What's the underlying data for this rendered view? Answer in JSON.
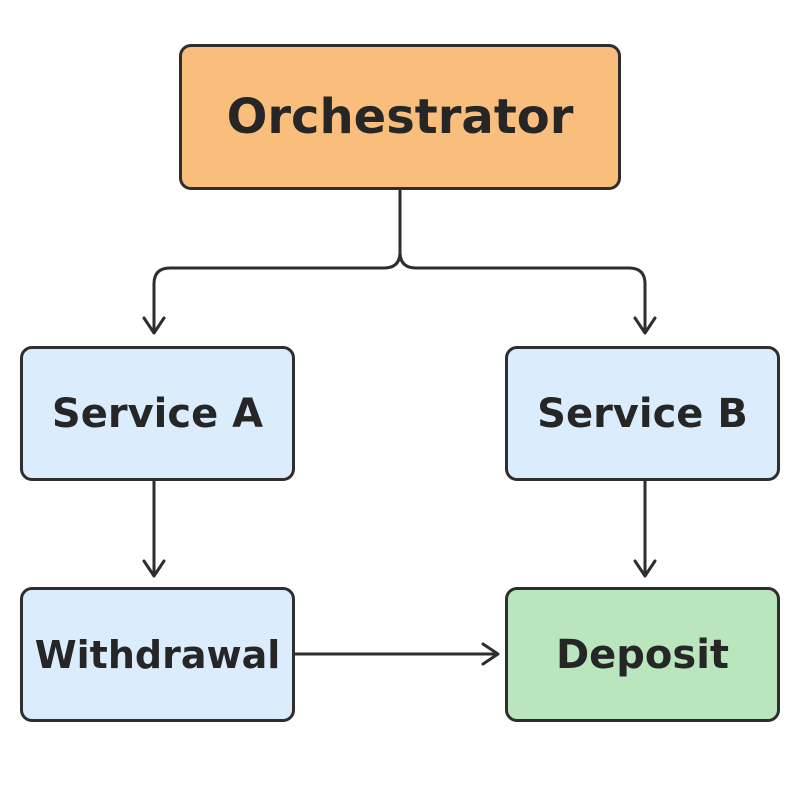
{
  "nodes": {
    "orchestrator": {
      "label": "Orchestrator"
    },
    "service_a": {
      "label": "Service A"
    },
    "service_b": {
      "label": "Service B"
    },
    "withdrawal": {
      "label": "Withdrawal"
    },
    "deposit": {
      "label": "Deposit"
    }
  },
  "colors": {
    "orchestrator_fill": "#f9be7c",
    "service_fill": "#dbecfd",
    "deposit_fill": "#b9e6bd",
    "stroke": "#2e2e2e"
  },
  "edges": [
    {
      "from": "Orchestrator",
      "to": "Service A"
    },
    {
      "from": "Orchestrator",
      "to": "Service B"
    },
    {
      "from": "Service A",
      "to": "Withdrawal"
    },
    {
      "from": "Service B",
      "to": "Deposit"
    },
    {
      "from": "Withdrawal",
      "to": "Deposit"
    }
  ]
}
